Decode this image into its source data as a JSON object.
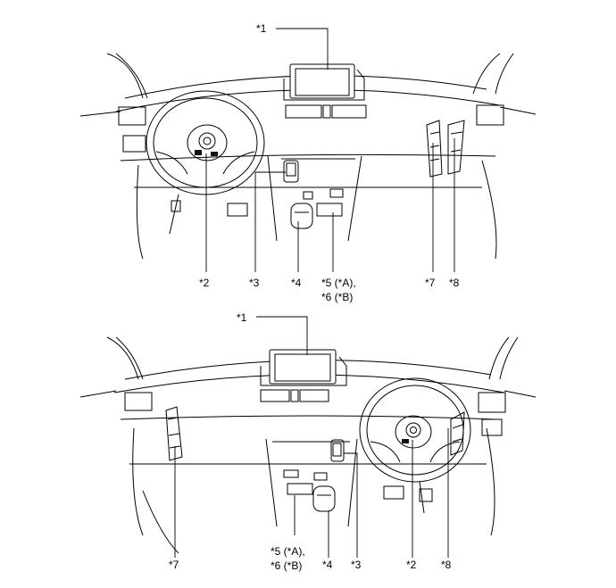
{
  "callouts": {
    "top": {
      "c1": "*1",
      "c2": "*2",
      "c3": "*3",
      "c4": "*4",
      "c5": "*5 (*A),",
      "c6": "*6 (*B)",
      "c7": "*7",
      "c8": "*8"
    },
    "bottom": {
      "c1": "*1",
      "c2": "*2",
      "c3": "*3",
      "c4": "*4",
      "c5": "*5 (*A),",
      "c6": "*6 (*B)",
      "c7": "*7",
      "c8": "*8"
    }
  }
}
